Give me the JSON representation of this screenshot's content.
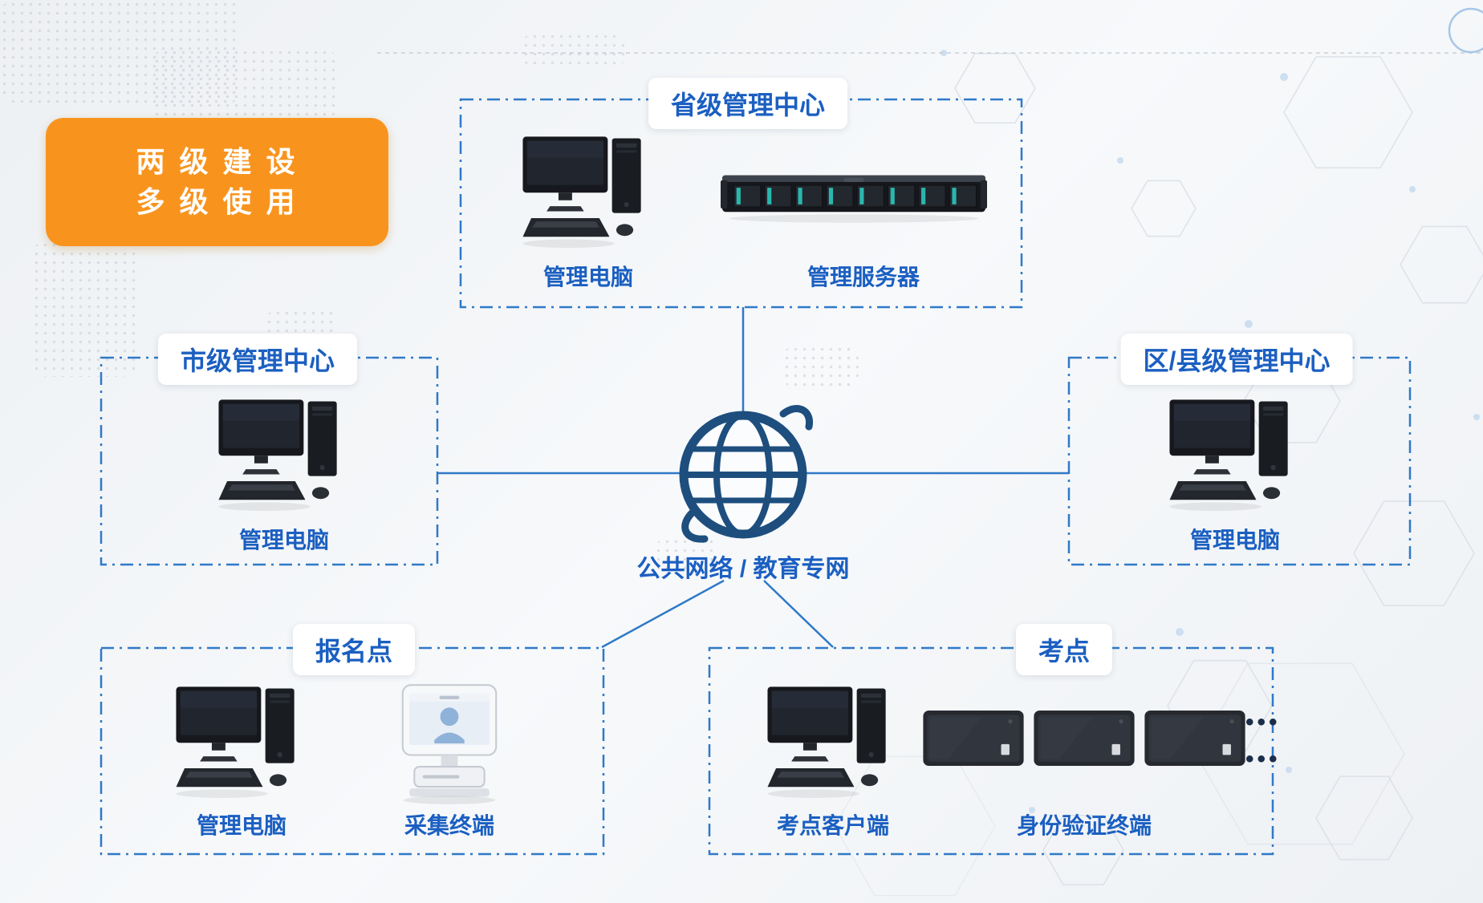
{
  "badge": {
    "line1": "两 级 建 设",
    "line2": "多 级 使 用"
  },
  "network": {
    "label": "公共网络  /  教育专网"
  },
  "groups": {
    "provincial": {
      "title": "省级管理中心",
      "items": [
        {
          "label": "管理电脑"
        },
        {
          "label": "管理服务器"
        }
      ]
    },
    "municipal": {
      "title": "市级管理中心",
      "items": [
        {
          "label": "管理电脑"
        }
      ]
    },
    "district": {
      "title": "区/县级管理中心",
      "items": [
        {
          "label": "管理电脑"
        }
      ]
    },
    "registration": {
      "title": "报名点",
      "items": [
        {
          "label": "管理电脑"
        },
        {
          "label": "采集终端"
        }
      ]
    },
    "exam": {
      "title": "考点",
      "items": [
        {
          "label": "考点客户端"
        },
        {
          "label": "身份验证终端"
        }
      ],
      "more_indicator": "•••"
    }
  },
  "icons": {
    "computer": "desktop-computer-icon",
    "server": "rack-server-icon",
    "kiosk": "capture-terminal-icon",
    "tablet": "id-verification-terminal-icon",
    "globe": "network-globe-icon"
  },
  "colors": {
    "accent_orange": "#F8941E",
    "title_blue": "#1B5FC1",
    "line_blue": "#2F79C8",
    "globe_navy": "#1D4E7E"
  }
}
